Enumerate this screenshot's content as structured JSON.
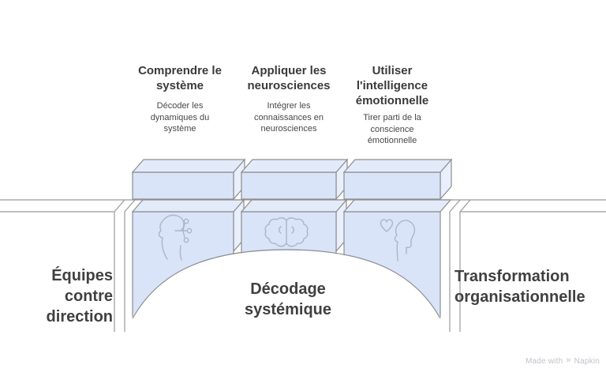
{
  "columns": [
    {
      "title": "Comprendre le\nsystème",
      "subtitle": "Décoder les\ndynamiques du\nsystème",
      "icon": "head-network-icon"
    },
    {
      "title": "Appliquer les\nneurosciences",
      "subtitle": "Intégrer les\nconnaissances en\nneurosciences",
      "icon": "brain-icon"
    },
    {
      "title": "Utiliser\nl'intelligence\némotionnelle",
      "subtitle": "Tirer parti de la\nconscience\némotionnelle",
      "icon": "head-heart-icon"
    }
  ],
  "bridge_labels": {
    "left": "Équipes\ncontre\ndirection",
    "center": "Décodage\nsystémique",
    "right": "Transformation\norganisationnelle"
  },
  "watermark": {
    "prefix": "Made with",
    "brand": "Napkin",
    "logo_icon": "»"
  },
  "colors": {
    "block_front": "#d9e4f9",
    "block_top": "#e3ebfb",
    "block_side": "#e9effc",
    "outline": "#8d8d8d",
    "deck_line": "#9a9a9a",
    "icon_stroke": "#abb5c9",
    "title_text": "#3a3a3a",
    "label_text": "#404040",
    "watermark_text": "#bfc3c8"
  }
}
